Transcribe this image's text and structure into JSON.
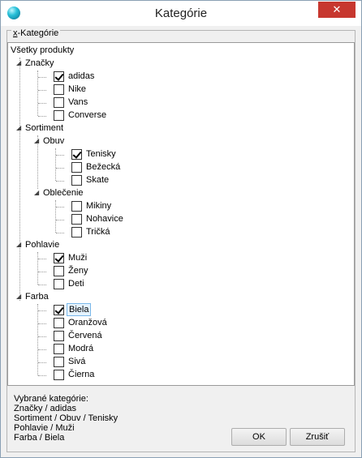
{
  "window": {
    "title": "Kategórie",
    "close_label": "✕"
  },
  "group": {
    "label_prefix": "x",
    "label_rest": "-Kategórie"
  },
  "tree": {
    "root": "Všetky produkty",
    "nodes": [
      {
        "label": "Značky",
        "kind": "group"
      },
      {
        "label": "adidas",
        "checked": true
      },
      {
        "label": "Nike",
        "checked": false
      },
      {
        "label": "Vans",
        "checked": false
      },
      {
        "label": "Converse",
        "checked": false
      },
      {
        "label": "Sortiment",
        "kind": "group"
      },
      {
        "label": "Obuv",
        "kind": "group"
      },
      {
        "label": "Tenisky",
        "checked": true
      },
      {
        "label": "Bežecká",
        "checked": false
      },
      {
        "label": "Skate",
        "checked": false
      },
      {
        "label": "Oblečenie",
        "kind": "group"
      },
      {
        "label": "Mikiny",
        "checked": false
      },
      {
        "label": "Nohavice",
        "checked": false
      },
      {
        "label": "Tričká",
        "checked": false
      },
      {
        "label": "Pohlavie",
        "kind": "group"
      },
      {
        "label": "Muži",
        "checked": true
      },
      {
        "label": "Ženy",
        "checked": false
      },
      {
        "label": "Deti",
        "checked": false
      },
      {
        "label": "Farba",
        "kind": "group"
      },
      {
        "label": "Biela",
        "checked": true
      },
      {
        "label": "Oranžová",
        "checked": false
      },
      {
        "label": "Červená",
        "checked": false
      },
      {
        "label": "Modrá",
        "checked": false
      },
      {
        "label": "Sivá",
        "checked": false
      },
      {
        "label": "Čierna",
        "checked": false
      }
    ]
  },
  "summary": {
    "heading": "Vybrané kategórie:",
    "lines": [
      "Značky / adidas",
      "Sortiment / Obuv / Tenisky",
      "Pohlavie / Muži",
      "Farba / Biela"
    ]
  },
  "buttons": {
    "ok": "OK",
    "cancel": "Zrušiť"
  }
}
